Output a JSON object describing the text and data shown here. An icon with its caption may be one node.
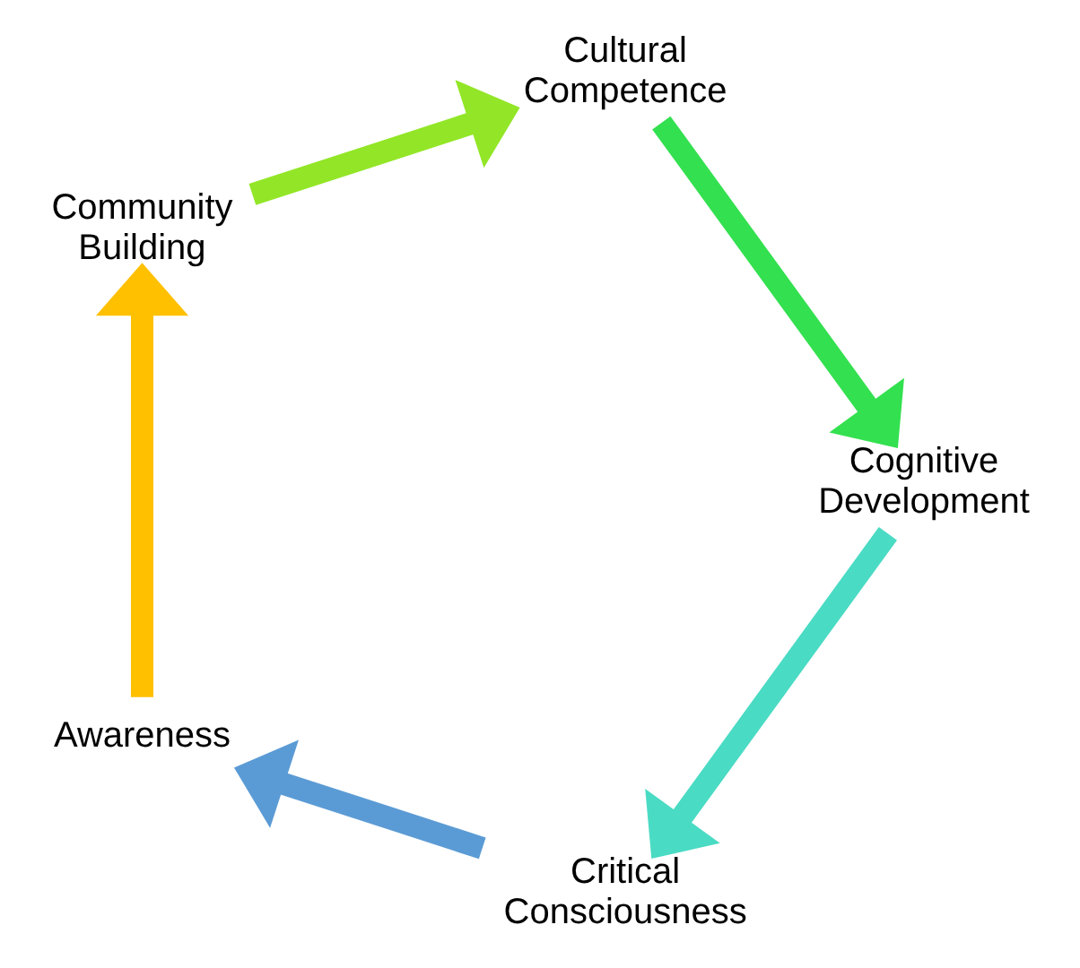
{
  "diagram": {
    "nodes": [
      {
        "text": [
          "Awareness"
        ]
      },
      {
        "text": [
          "Community Building"
        ]
      },
      {
        "text": [
          "Cultural Competence"
        ]
      },
      {
        "text": [
          "Cognitive Development"
        ]
      },
      {
        "text": [
          "Critical Consciousness"
        ]
      }
    ],
    "edges": [
      {
        "from": 4,
        "to": 0,
        "arrow": "to",
        "color": "#5b9bd5"
      },
      {
        "from": 0,
        "to": 1,
        "arrow": "to",
        "color": "#ffc000"
      },
      {
        "from": 1,
        "to": 2,
        "arrow": "to",
        "color": "#92e627"
      },
      {
        "from": 2,
        "to": 3,
        "arrow": "to",
        "color": "#33e04f"
      },
      {
        "from": 3,
        "to": 4,
        "arrow": "to",
        "color": "#4adbc4"
      }
    ]
  }
}
